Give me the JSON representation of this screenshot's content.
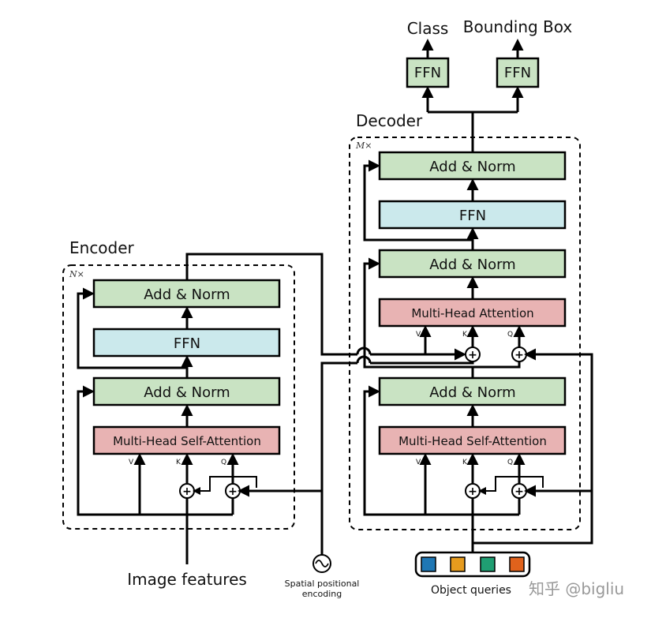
{
  "outputs": {
    "class_label": "Class",
    "bbox_label": "Bounding Box"
  },
  "decoder": {
    "title": "Decoder",
    "repeat": "M×",
    "ffn_out_1": "FFN",
    "ffn_out_2": "FFN",
    "add_norm_top": "Add & Norm",
    "ffn": "FFN",
    "add_norm_mid": "Add & Norm",
    "cross_attention": "Multi-Head Attention",
    "add_norm_bottom": "Add & Norm",
    "self_attention": "Multi-Head Self-Attention",
    "cross_v": "V",
    "cross_k": "K",
    "cross_q": "Q",
    "self_v": "V",
    "self_k": "K",
    "self_q": "Q"
  },
  "encoder": {
    "title": "Encoder",
    "repeat": "N×",
    "add_norm_top": "Add & Norm",
    "ffn": "FFN",
    "add_norm_bottom": "Add & Norm",
    "self_attention": "Multi-Head Self-Attention",
    "v": "V",
    "k": "K",
    "q": "Q"
  },
  "inputs": {
    "image_features": "Image features",
    "spatial_line1": "Spatial positional",
    "spatial_line2": "encoding",
    "object_queries": "Object queries"
  },
  "query_colors": [
    "#1f77b4",
    "#e69b1e",
    "#1f9e72",
    "#e0621c"
  ],
  "colors": {
    "add_norm": "#c9e3c3",
    "ffn": "#cbe9ec",
    "attention": "#e8b3b3"
  },
  "watermark": "知乎 @bigliu"
}
